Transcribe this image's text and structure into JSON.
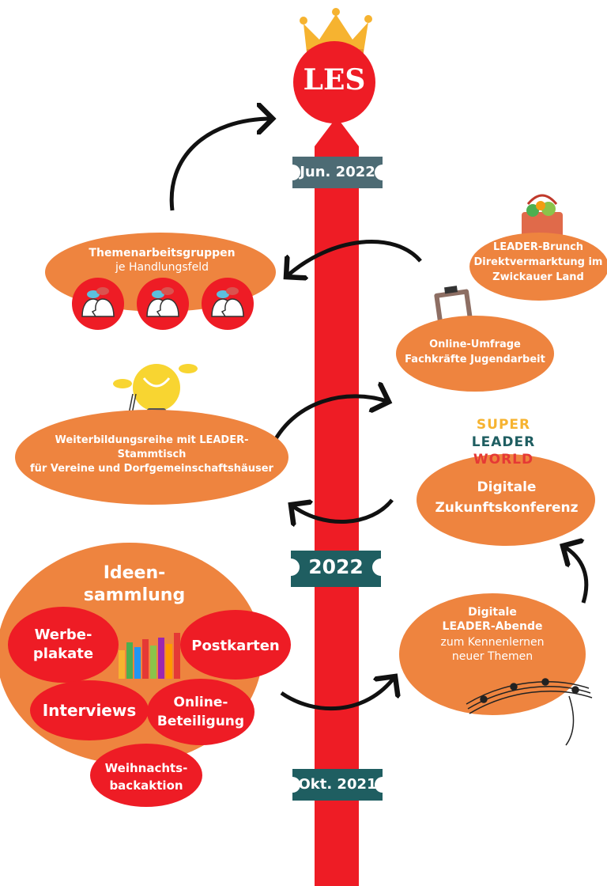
{
  "timeline": {
    "top_label": "LES",
    "milestones": {
      "jun": "Jun. 2022",
      "mid": "2022",
      "okt": "Okt. 2021"
    }
  },
  "left": {
    "themen": {
      "title": "Themenarbeitsgruppen",
      "subtitle": "je Handlungsfeld"
    },
    "weiterbildung": {
      "line1": "Weiterbildungsreihe mit LEADER-",
      "line2": "Stammtisch",
      "line3": "für Vereine und Dorfgemeinschaftshäuser"
    },
    "ideen": {
      "title_line1": "Ideen-",
      "title_line2": "sammlung",
      "items": {
        "werbe_1": "Werbe-",
        "werbe_2": "plakate",
        "postkarten": "Postkarten",
        "interviews": "Interviews",
        "online_1": "Online-",
        "online_2": "Beteiligung",
        "weihn_1": "Weihnachts-",
        "weihn_2": "backaktion"
      }
    }
  },
  "right": {
    "brunch": {
      "line1": "LEADER-Brunch",
      "line2": "Direktvermarktung im",
      "line3": "Zwickauer Land"
    },
    "umfrage": {
      "line1": "Online-Umfrage",
      "line2": "Fachkräfte Jugendarbeit"
    },
    "logo": {
      "line1": "SUPER",
      "line2": "LEADER",
      "line3": "WORLD"
    },
    "konferenz": {
      "line1": "Digitale",
      "line2": "Zukunftskonferenz"
    },
    "abende": {
      "line1": "Digitale",
      "line2": "LEADER-Abende",
      "line3": "zum Kennenlernen",
      "line4": "neuer Themen"
    }
  },
  "colors": {
    "red": "#ee1c25",
    "orange": "#ee843f",
    "teal": "#1f5e61",
    "slate": "#4d6b74",
    "gold": "#f6b330"
  }
}
